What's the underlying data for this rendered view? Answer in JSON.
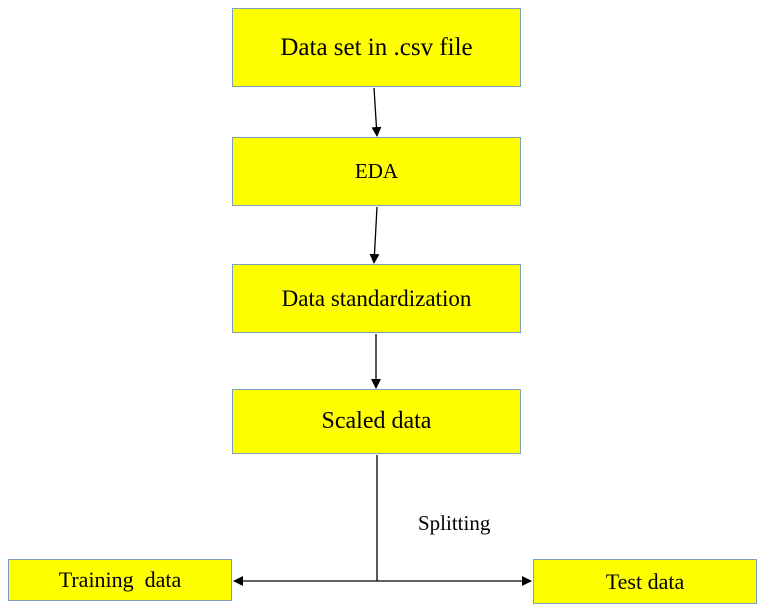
{
  "nodes": {
    "csv": "Data set in .csv file",
    "eda": "EDA",
    "standardization": "Data standardization",
    "scaled": "Scaled data",
    "training": "Training  data",
    "test": "Test data"
  },
  "edge_labels": {
    "split": "Splitting"
  },
  "colors": {
    "box_fill": "#ffff00",
    "box_border": "#7f9fbf",
    "line": "#000000"
  }
}
